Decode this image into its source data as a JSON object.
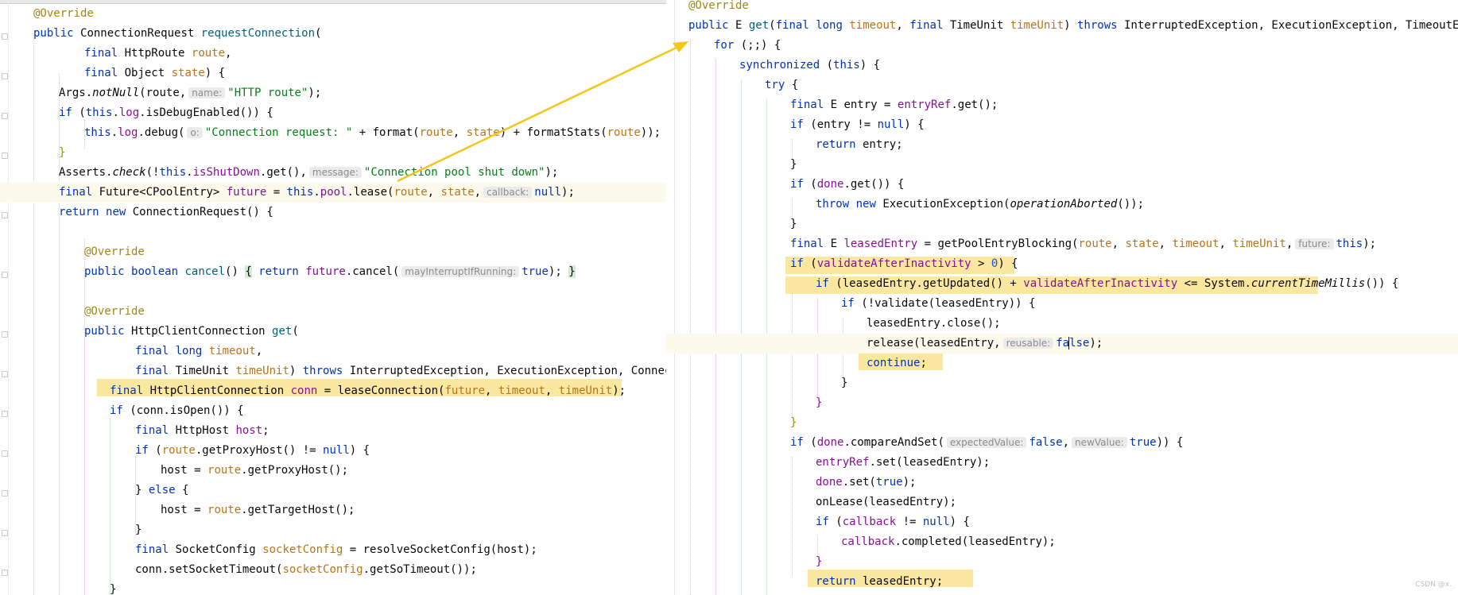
{
  "left": {
    "l1": "@Override",
    "l2_kw": "public",
    "l2_type": "ConnectionRequest",
    "l2_fn": "requestConnection",
    "l2_p": "(",
    "l3_kw": "final",
    "l3_type": "HttpRoute",
    "l3_par": "route",
    "l3_c": ",",
    "l4_kw": "final",
    "l4_type": "Object",
    "l4_par": "state",
    "l4_c": ") {",
    "l5_a": "Args.",
    "l5_b": "notNull",
    "l5_c": "(route,",
    "l5_hint": "name:",
    "l5_st": "\"HTTP route\"",
    "l5_d": ");",
    "l6_kw": "if",
    "l6_a": " (",
    "l6_this": "this",
    "l6_b": ".",
    "l6_fld": "log",
    "l6_c": ".isDebugEnabled()) {",
    "l7_this": "this",
    "l7_a": ".",
    "l7_fld": "log",
    "l7_b": ".debug(",
    "l7_hint": "o:",
    "l7_st": "\"Connection request: \"",
    "l7_c": " + format(",
    "l7_p1": "route",
    "l7_d": ", ",
    "l7_p2": "state",
    "l7_e": ") + formatStats(",
    "l7_p3": "route",
    "l7_f": "));",
    "l8": "}",
    "l9_a": "Asserts.",
    "l9_b": "check",
    "l9_c": "(!",
    "l9_this": "this",
    "l9_d": ".",
    "l9_fld": "isShutDown",
    "l9_e": ".get(),",
    "l9_hint": "message:",
    "l9_st": "\"Connection pool shut down\"",
    "l9_f": ");",
    "l10_kw": "final",
    "l10_a": " Future<CPoolEntry> ",
    "l10_var": "future",
    "l10_b": " = ",
    "l10_this": "this",
    "l10_c": ".",
    "l10_fld": "pool",
    "l10_d": ".lease(",
    "l10_p1": "route",
    "l10_e": ", ",
    "l10_p2": "state",
    "l10_f": ",",
    "l10_hint": "callback:",
    "l10_kw2": "null",
    "l10_g": ");",
    "l11_kw": "return",
    "l11_kw2": "new",
    "l11_a": " ConnectionRequest() {",
    "l13": "@Override",
    "l14_kw": "public",
    "l14_kw2": "boolean",
    "l14_fn": "cancel",
    "l14_a": "() ",
    "l14_b": "{",
    "l14_kw3": "return",
    "l14_var": "future",
    "l14_c": ".cancel(",
    "l14_hint": "mayInterruptIfRunning:",
    "l14_kw4": "true",
    "l14_d": "); ",
    "l14_e": "}",
    "l16": "@Override",
    "l17_kw": "public",
    "l17_a": " HttpClientConnection ",
    "l17_fn": "get",
    "l17_b": "(",
    "l18_kw": "final",
    "l18_kw2": "long",
    "l18_par": "timeout",
    "l18_c": ",",
    "l19_kw": "final",
    "l19_a": " TimeUnit ",
    "l19_par": "timeUnit",
    "l19_b": ") ",
    "l19_kw2": "throws",
    "l19_c": " InterruptedException, ExecutionException, Connection",
    "l20_kw": "final",
    "l20_a": " HttpClientConnection ",
    "l20_var": "conn",
    "l20_b": " = leaseConnection(",
    "l20_p1": "future",
    "l20_c": ", ",
    "l20_p2": "timeout",
    "l20_d": ", ",
    "l20_p3": "timeUnit",
    "l20_e": ");",
    "l21_kw": "if",
    "l21_a": " (conn.isOpen()) {",
    "l22_kw": "final",
    "l22_a": " HttpHost ",
    "l22_var": "host",
    "l22_b": ";",
    "l23_kw": "if",
    "l23_a": " (",
    "l23_p": "route",
    "l23_b": ".getProxyHost() != ",
    "l23_kw2": "null",
    "l23_c": ") {",
    "l24_a": "host = ",
    "l24_p": "route",
    "l24_b": ".getProxyHost();",
    "l25_a": "} ",
    "l25_kw": "else",
    "l25_b": " {",
    "l26_a": "host = ",
    "l26_p": "route",
    "l26_b": ".getTargetHost();",
    "l27": "}",
    "l28_kw": "final",
    "l28_a": " SocketConfig ",
    "l28_var": "socketConfig",
    "l28_b": " = resolveSocketConfig(host);",
    "l29_a": "conn.setSocketTimeout(",
    "l29_var": "socketConfig",
    "l29_b": ".getSoTimeout());",
    "l30": "}"
  },
  "right": {
    "r1": "@Override",
    "r2_kw": "public",
    "r2_a": " E ",
    "r2_fn": "get",
    "r2_b": "(",
    "r2_kw2": "final",
    "r2_kw3": "long",
    "r2_par": "timeout",
    "r2_c": ", ",
    "r2_kw4": "final",
    "r2_d": " TimeUnit ",
    "r2_par2": "timeUnit",
    "r2_e": ") ",
    "r2_kw5": "throws",
    "r2_f": " InterruptedException, ExecutionException, TimeoutExcepti",
    "r3_kw": "for",
    "r3_a": " (;;) {",
    "r4_kw": "synchronized",
    "r4_a": " (",
    "r4_kw2": "this",
    "r4_b": ") {",
    "r5_kw": "try",
    "r5_a": " {",
    "r6_kw": "final",
    "r6_a": " E ",
    "r6_var": "entry",
    "r6_b": " = ",
    "r6_fld": "entryRef",
    "r6_c": ".get();",
    "r7_kw": "if",
    "r7_a": " (entry != ",
    "r7_kw2": "null",
    "r7_b": ") {",
    "r8_kw": "return",
    "r8_a": " entry;",
    "r9": "}",
    "r10_kw": "if",
    "r10_a": " (",
    "r10_fld": "done",
    "r10_b": ".get()) {",
    "r11_kw": "throw",
    "r11_kw2": "new",
    "r11_a": " ExecutionException(",
    "r11_it": "operationAborted",
    "r11_b": "());",
    "r12": "}",
    "r13_kw": "final",
    "r13_a": " E ",
    "r13_var": "leasedEntry",
    "r13_b": " = getPoolEntryBlocking(",
    "r13_p1": "route",
    "r13_c": ", ",
    "r13_p2": "state",
    "r13_d": ", ",
    "r13_p3": "timeout",
    "r13_e": ", ",
    "r13_p4": "timeUnit",
    "r13_f": ",",
    "r13_hint": "future:",
    "r13_kw2": "this",
    "r13_g": ");",
    "r14_kw": "if",
    "r14_a": " (",
    "r14_fld": "validateAfterInactivity",
    "r14_b": " > ",
    "r14_num": "0",
    "r14_c": ") {",
    "r15_kw": "if",
    "r15_a": " (leasedEntry.getUpdated() + ",
    "r15_fld": "validateAfterInactivity",
    "r15_b": " <= System.",
    "r15_it": "currentTimeMillis",
    "r15_c": "()) {",
    "r16_kw": "if",
    "r16_a": " (!validate(leasedEntry)) {",
    "r17": "leasedEntry.close();",
    "r18_a": "release(leasedEntry,",
    "r18_hint": "reusable:",
    "r18_kw": "fa",
    "r18_kw2": "lse",
    "r18_b": ");",
    "r19_kw": "continue",
    "r19_a": ";",
    "r20": "}",
    "r21": "}",
    "r22": "}",
    "r23_kw": "if",
    "r23_a": " (",
    "r23_fld": "done",
    "r23_b": ".compareAndSet(",
    "r23_hint1": "expectedValue:",
    "r23_kw2": "false",
    "r23_c": ",",
    "r23_hint2": "newValue:",
    "r23_kw3": "true",
    "r23_d": ")) {",
    "r24_fld": "entryRef",
    "r24_a": ".set(leasedEntry);",
    "r25_fld": "done",
    "r25_a": ".set(",
    "r25_kw": "true",
    "r25_b": ");",
    "r26": "onLease(leasedEntry);",
    "r27_kw": "if",
    "r27_a": " (",
    "r27_fld": "callback",
    "r27_b": " != ",
    "r27_kw2": "null",
    "r27_c": ") {",
    "r28_fld": "callback",
    "r28_a": ".completed(leasedEntry);",
    "r29": "}",
    "r30_kw": "return",
    "r30_a": " leasedEntry;"
  },
  "watermark": "CSDN @x.",
  "colors": {
    "highlight": "#fae7a0",
    "arrow": "#f5c518",
    "keyword": "#0033b3",
    "string": "#067d17",
    "field": "#871094",
    "param": "#b8741a"
  }
}
